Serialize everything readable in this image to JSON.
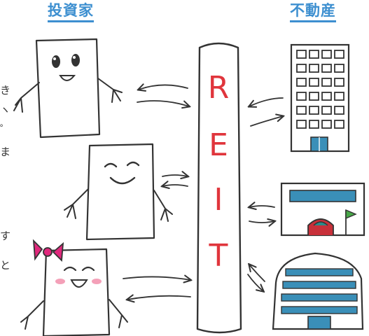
{
  "headers": {
    "investor": "投資家",
    "real_estate": "不動産"
  },
  "center": {
    "letters": [
      "R",
      "E",
      "I",
      "T"
    ]
  },
  "side_text": [
    "き",
    "ヽ",
    "゜",
    "ま",
    "す",
    "と"
  ],
  "colors": {
    "header_blue": "#3d8fd0",
    "reit_red": "#e0353c",
    "ink": "#333333",
    "building_blue": "#3a8fb8",
    "roof_teal": "#2c8a8a",
    "roof_red": "#c8303a",
    "flag_green": "#48a848",
    "bow_pink": "#e0287c",
    "cheek_pink": "#f4a0b8"
  }
}
